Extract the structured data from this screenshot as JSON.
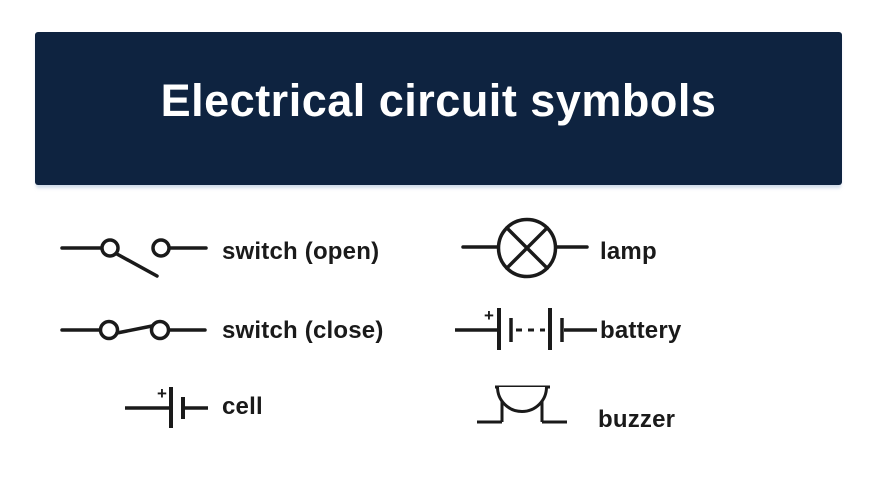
{
  "page": {
    "background_color": "#ffffff"
  },
  "header": {
    "title": "Electrical circuit symbols",
    "background_color": "#0e2340",
    "text_color": "#ffffff"
  },
  "symbols": {
    "stroke_color": "#1a1a1a",
    "items": [
      {
        "id": "switch-open",
        "label": "switch (open)"
      },
      {
        "id": "switch-close",
        "label": "switch (close)"
      },
      {
        "id": "cell",
        "label": "cell",
        "polarity": "+"
      },
      {
        "id": "lamp",
        "label": "lamp"
      },
      {
        "id": "battery",
        "label": "battery",
        "polarity": "+"
      },
      {
        "id": "buzzer",
        "label": "buzzer"
      }
    ]
  }
}
